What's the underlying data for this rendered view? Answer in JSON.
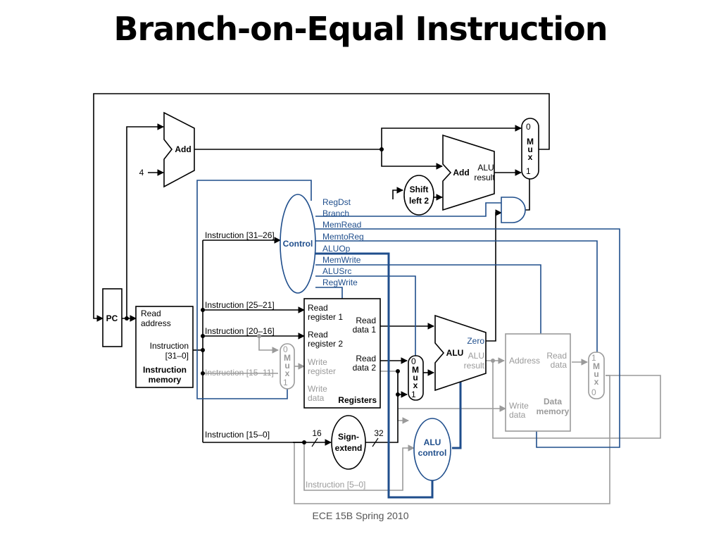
{
  "title": "Branch-on-Equal Instruction",
  "footer": "ECE 15B Spring 2010",
  "colors": {
    "control": "#1f4e8c",
    "datapath": "#000000",
    "inactive": "#9a9a9a"
  },
  "components": {
    "pc": "PC",
    "add": "Add",
    "add_const": "4",
    "branch_add": "Add",
    "branch_add_result": [
      "ALU",
      "result"
    ],
    "shift": [
      "Shift",
      "left 2"
    ],
    "control": "Control",
    "imem": {
      "read_address": [
        "Read",
        "address"
      ],
      "instruction": [
        "Instruction",
        "[31–0]"
      ],
      "name": [
        "Instruction",
        "memory"
      ]
    },
    "registers": {
      "read_reg1": [
        "Read",
        "register 1"
      ],
      "read_reg2": [
        "Read",
        "register 2"
      ],
      "write_reg": [
        "Write",
        "register"
      ],
      "write_data": [
        "Write",
        "data"
      ],
      "read_data1": [
        "Read",
        "data 1"
      ],
      "read_data2": [
        "Read",
        "data 2"
      ],
      "name": "Registers"
    },
    "alu": {
      "name": "ALU",
      "zero": "Zero",
      "result": [
        "ALU",
        "result"
      ]
    },
    "alu_control": [
      "ALU",
      "control"
    ],
    "dmem": {
      "address": "Address",
      "read_data": [
        "Read",
        "data"
      ],
      "write_data": [
        "Write",
        "data"
      ],
      "name": [
        "Data",
        "memory"
      ]
    },
    "sign_extend": [
      "Sign-",
      "extend"
    ],
    "width_in": "16",
    "width_out": "32",
    "mux_letters": [
      "M",
      "u",
      "x"
    ]
  },
  "instruction_fields": {
    "op": "Instruction [31–26]",
    "rs": "Instruction [25–21]",
    "rt": "Instruction [20–16]",
    "rd": "Instruction [15–11]",
    "imm": "Instruction [15–0]",
    "funct": "Instruction [5–0]"
  },
  "control_signals": [
    "RegDst",
    "Branch",
    "MemRead",
    "MemtoReg",
    "ALUOp",
    "MemWrite",
    "ALUSrc",
    "RegWrite"
  ],
  "mux_inputs": {
    "pc_mux": [
      "0",
      "1"
    ],
    "regdst_mux": [
      "0",
      "1"
    ],
    "alusrc_mux": [
      "0",
      "1"
    ],
    "memtoreg_mux": [
      "1",
      "0"
    ]
  }
}
